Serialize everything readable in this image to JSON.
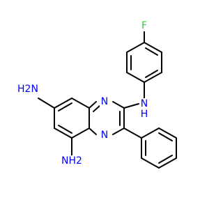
{
  "molecule": {
    "atoms": {
      "F": "F",
      "NH": "N",
      "H_top": "H",
      "N1": "N",
      "N4": "N",
      "NH2a": "H2N",
      "NH2b": "NH2"
    },
    "colors": {
      "nitrogen": "#0000ff",
      "fluorine": "#33cc33",
      "bond": "#000000"
    }
  }
}
